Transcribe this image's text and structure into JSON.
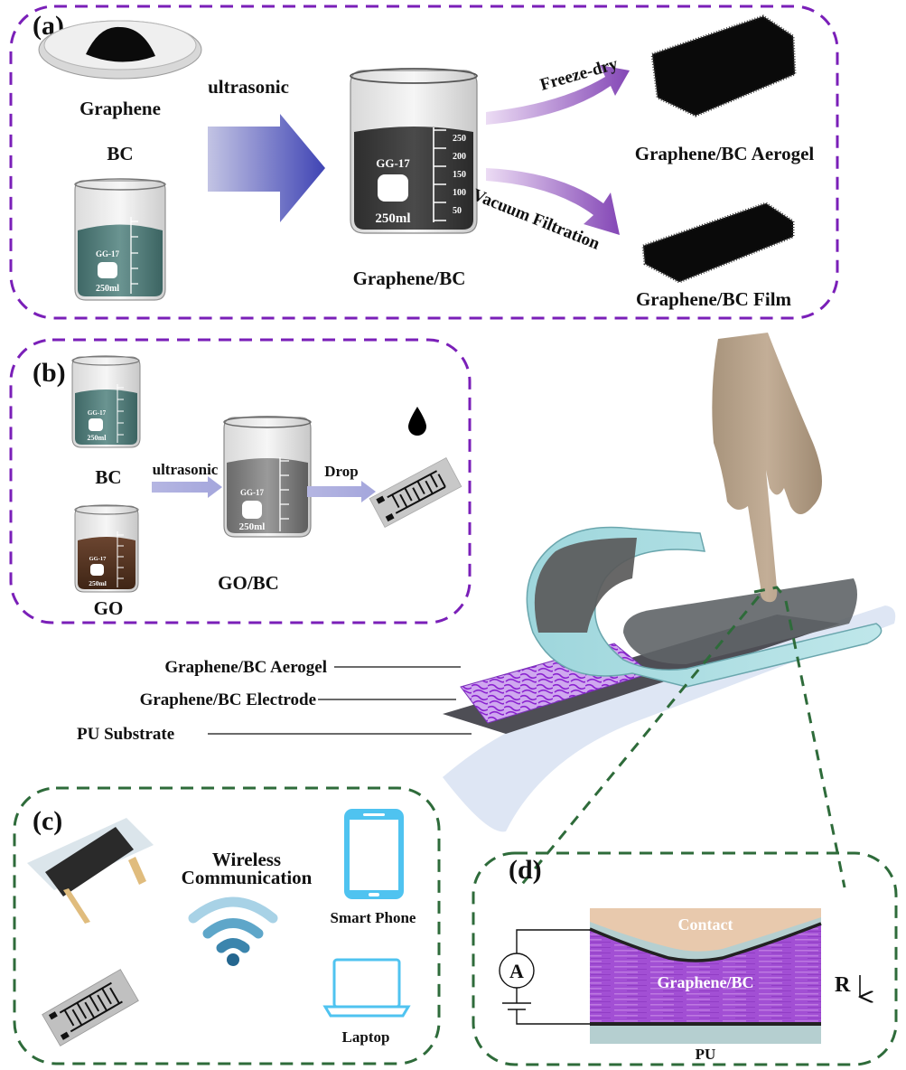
{
  "figure": {
    "panels": {
      "a": {
        "letter": "(a)",
        "border_color": "#7a1fb8",
        "graphene_label": "Graphene",
        "bc_label": "BC",
        "process_label": "ultrasonic",
        "mix_label": "Graphene/BC",
        "branch_top_label": "Freeze-dry",
        "branch_bottom_label": "Vacuum Filtration",
        "aerogel_label": "Graphene/BC Aerogel",
        "film_label": "Graphene/BC Film"
      },
      "b": {
        "letter": "(b)",
        "border_color": "#7a1fb8",
        "bc_label": "BC",
        "go_label": "GO",
        "process_label": "ultrasonic",
        "mix_label": "GO/BC",
        "drop_label": "Drop"
      },
      "c": {
        "letter": "(c)",
        "border_color": "#2e6b3a",
        "wireless_label_line1": "Wireless",
        "wireless_label_line2": "Communication",
        "phone_label": "Smart Phone",
        "laptop_label": "Laptop"
      },
      "d": {
        "letter": "(d)",
        "border_color": "#2e6b3a",
        "contact_label": "Contact",
        "layer_label": "Graphene/BC",
        "substrate_label": "PU",
        "ammeter_label": "A",
        "resistance_label": "R"
      }
    },
    "beaker": {
      "brand": "GG-17",
      "volume": "250ml",
      "scale": [
        "250",
        "200",
        "150",
        "100",
        "50"
      ]
    },
    "device_layers": [
      "Graphene/BC Aerogel",
      "Graphene/BC Electrode",
      "PU Substrate"
    ],
    "colors": {
      "purple_dash": "#7a1fb8",
      "green_dash": "#2e6b3a",
      "arrow_blue": "#4a4fb8",
      "arrow_purple": "#8a4cb8",
      "bc_liquid": "#4f7a78",
      "go_liquid": "#5b3622",
      "graphene_liquid": "#3a3a3a",
      "aerogel_purple": "#9b40d8",
      "contact_skin": "#e8c9ad",
      "pu_gray": "#b5cfd0",
      "icon_blue": "#4fc3f0",
      "hand": "#b8a48e"
    }
  }
}
